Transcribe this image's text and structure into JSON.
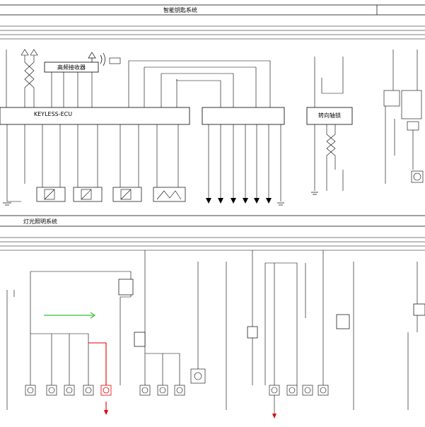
{
  "sections": {
    "top_title": "智能钥匙系统",
    "bottom_title": "灯光照明系统"
  },
  "modules": {
    "receiver": "高频接收器",
    "ecu": "KEYLESS-ECU",
    "steering_lock": "转向轴锁"
  },
  "colors": {
    "line": "#000000",
    "highlight_red": "#e00000",
    "highlight_green": "#00b000"
  }
}
